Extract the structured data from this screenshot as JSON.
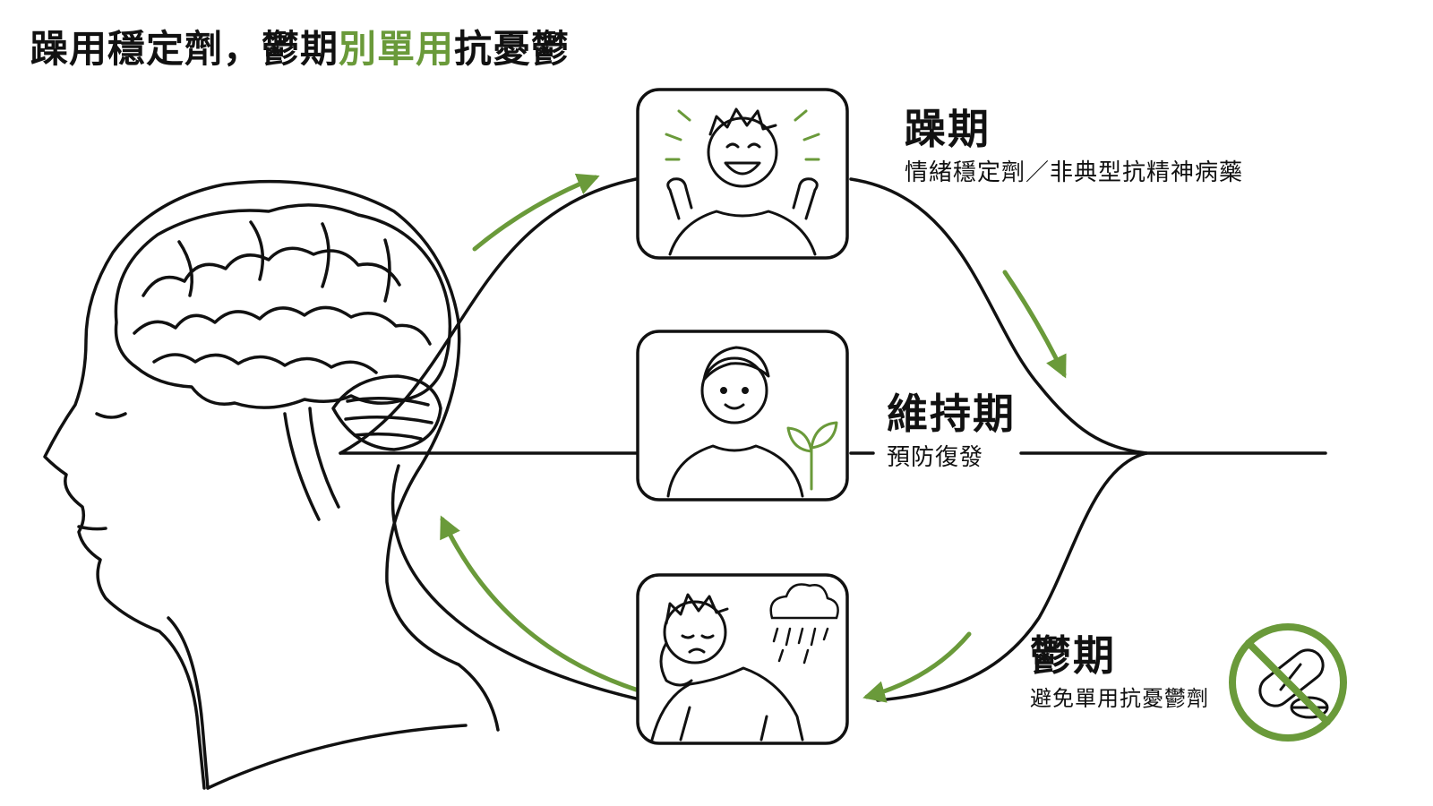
{
  "title": {
    "part1": "躁用穩定劑，鬱期",
    "highlight": "別單用",
    "part2": "抗憂鬱"
  },
  "phases": {
    "manic": {
      "name": "躁期",
      "desc": "情緒穩定劑／非典型抗精神病藥"
    },
    "maintenance": {
      "name": "維持期",
      "desc": "預防復發"
    },
    "depressive": {
      "name": "鬱期",
      "desc": "避免單用抗憂鬱劑"
    }
  },
  "colors": {
    "accent_green": "#6a9a3a",
    "line": "#111111",
    "background": "#ffffff"
  },
  "icons": [
    "head-profile-with-brain",
    "excited-person-icon",
    "calm-person-icon",
    "sprout-icon",
    "sad-person-icon",
    "rain-cloud-icon",
    "no-pill-icon"
  ]
}
